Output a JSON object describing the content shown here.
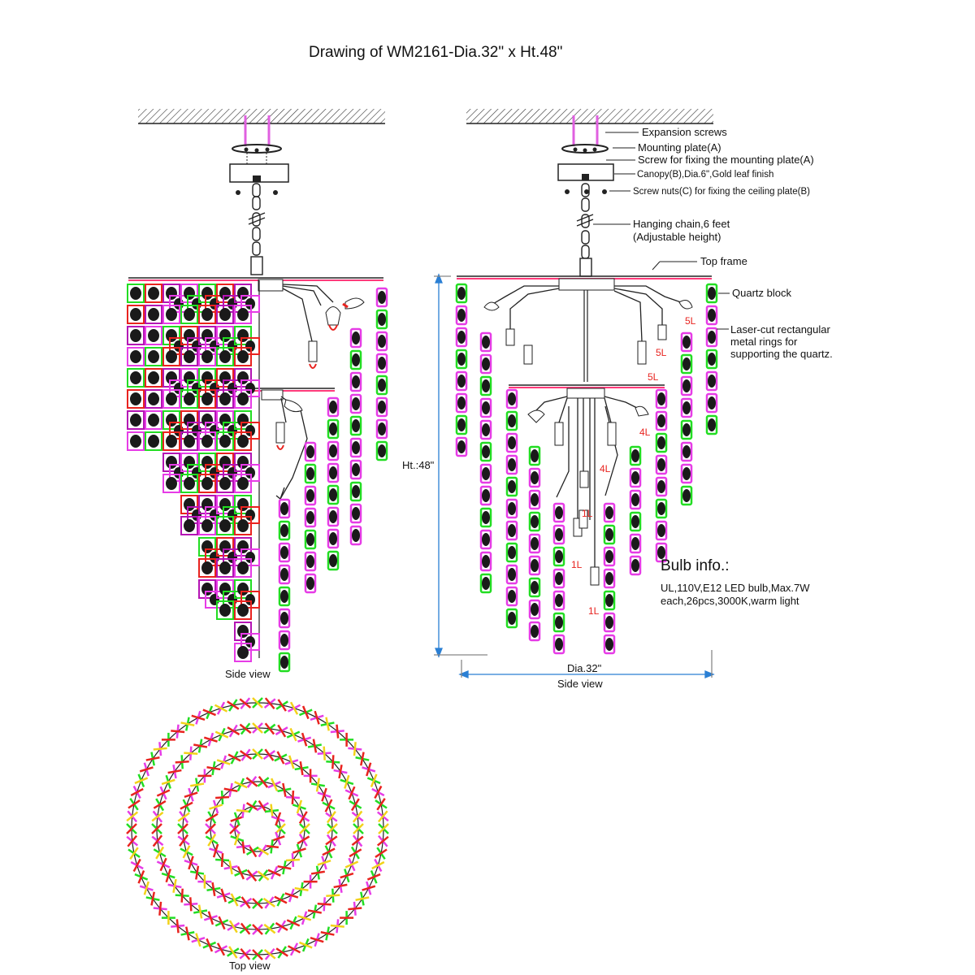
{
  "title": "Drawing of WM2161-Dia.32\" x Ht.48\"",
  "callouts": {
    "expansion_screws": "Expansion screws",
    "mounting_plate": "Mounting plate(A)",
    "screw_fix_plate": "Screw for fixing the mounting plate(A)",
    "canopy": "Canopy(B),Dia.6\",Gold leaf finish",
    "screw_nuts": "Screw nuts(C) for fixing the ceiling plate(B)",
    "chain_1": "Hanging chain,6 feet",
    "chain_2": "(Adjustable height)",
    "top_frame": "Top frame",
    "quartz_block": "Quartz block",
    "rings_1": "Laser-cut rectangular",
    "rings_2": "metal rings for",
    "rings_3": "supporting the quartz."
  },
  "dimensions": {
    "height": "Ht.:48\"",
    "diameter": "Dia.32\""
  },
  "light_counts": {
    "tier1_a": "5L",
    "tier1_b": "5L",
    "tier1_c": "5L",
    "tier2_a": "4L",
    "tier2_b": "4L",
    "center_a": "1L",
    "center_b": "1L",
    "center_c": "1L"
  },
  "bulb": {
    "title": "Bulb info.:",
    "line1": "UL,110V,E12 LED bulb,Max.7W",
    "line2": "each,26pcs,3000K,warm light"
  },
  "captions": {
    "side_left": "Side view",
    "side_right": "Side view",
    "top": "Top view"
  },
  "colors": {
    "crystal_green": "#22dd22",
    "crystal_purple": "#b414b4",
    "crystal_magenta": "#e63ce6",
    "crystal_red": "#e8231f",
    "frame_pink": "#ff3a7a",
    "dimension_blue": "#2a7fd4",
    "screw_violet": "#e060e0"
  }
}
